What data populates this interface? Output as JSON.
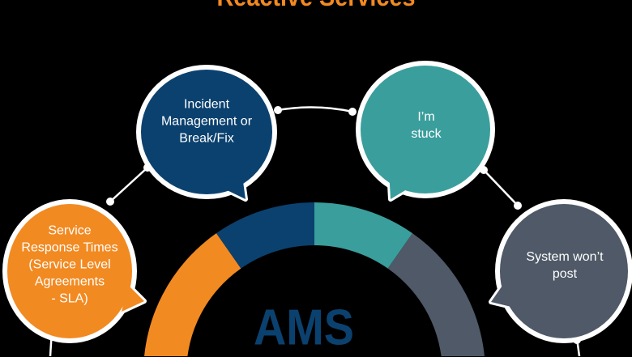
{
  "title": "Reactive Services",
  "center_label": "AMS",
  "bubbles": [
    {
      "label": "Service Response Times (Service Level Agreements - SLA)",
      "lines": [
        "Service",
        "Response Times",
        "(Service Level",
        "Agreements",
        "- SLA)"
      ],
      "color": "#f28a22"
    },
    {
      "label": "Incident Management or Break/Fix",
      "lines": [
        "Incident",
        "Management or",
        "Break/Fix"
      ],
      "color": "#0b416f"
    },
    {
      "label": "I’m stuck",
      "lines": [
        "I’m",
        "stuck"
      ],
      "color": "#3a9e9c"
    },
    {
      "label": "System won’t post",
      "lines": [
        "System won’t",
        "post"
      ],
      "color": "#4f5967"
    }
  ],
  "colors": {
    "background": "#000000",
    "connector": "#ffffff",
    "title": "#f28a22"
  }
}
